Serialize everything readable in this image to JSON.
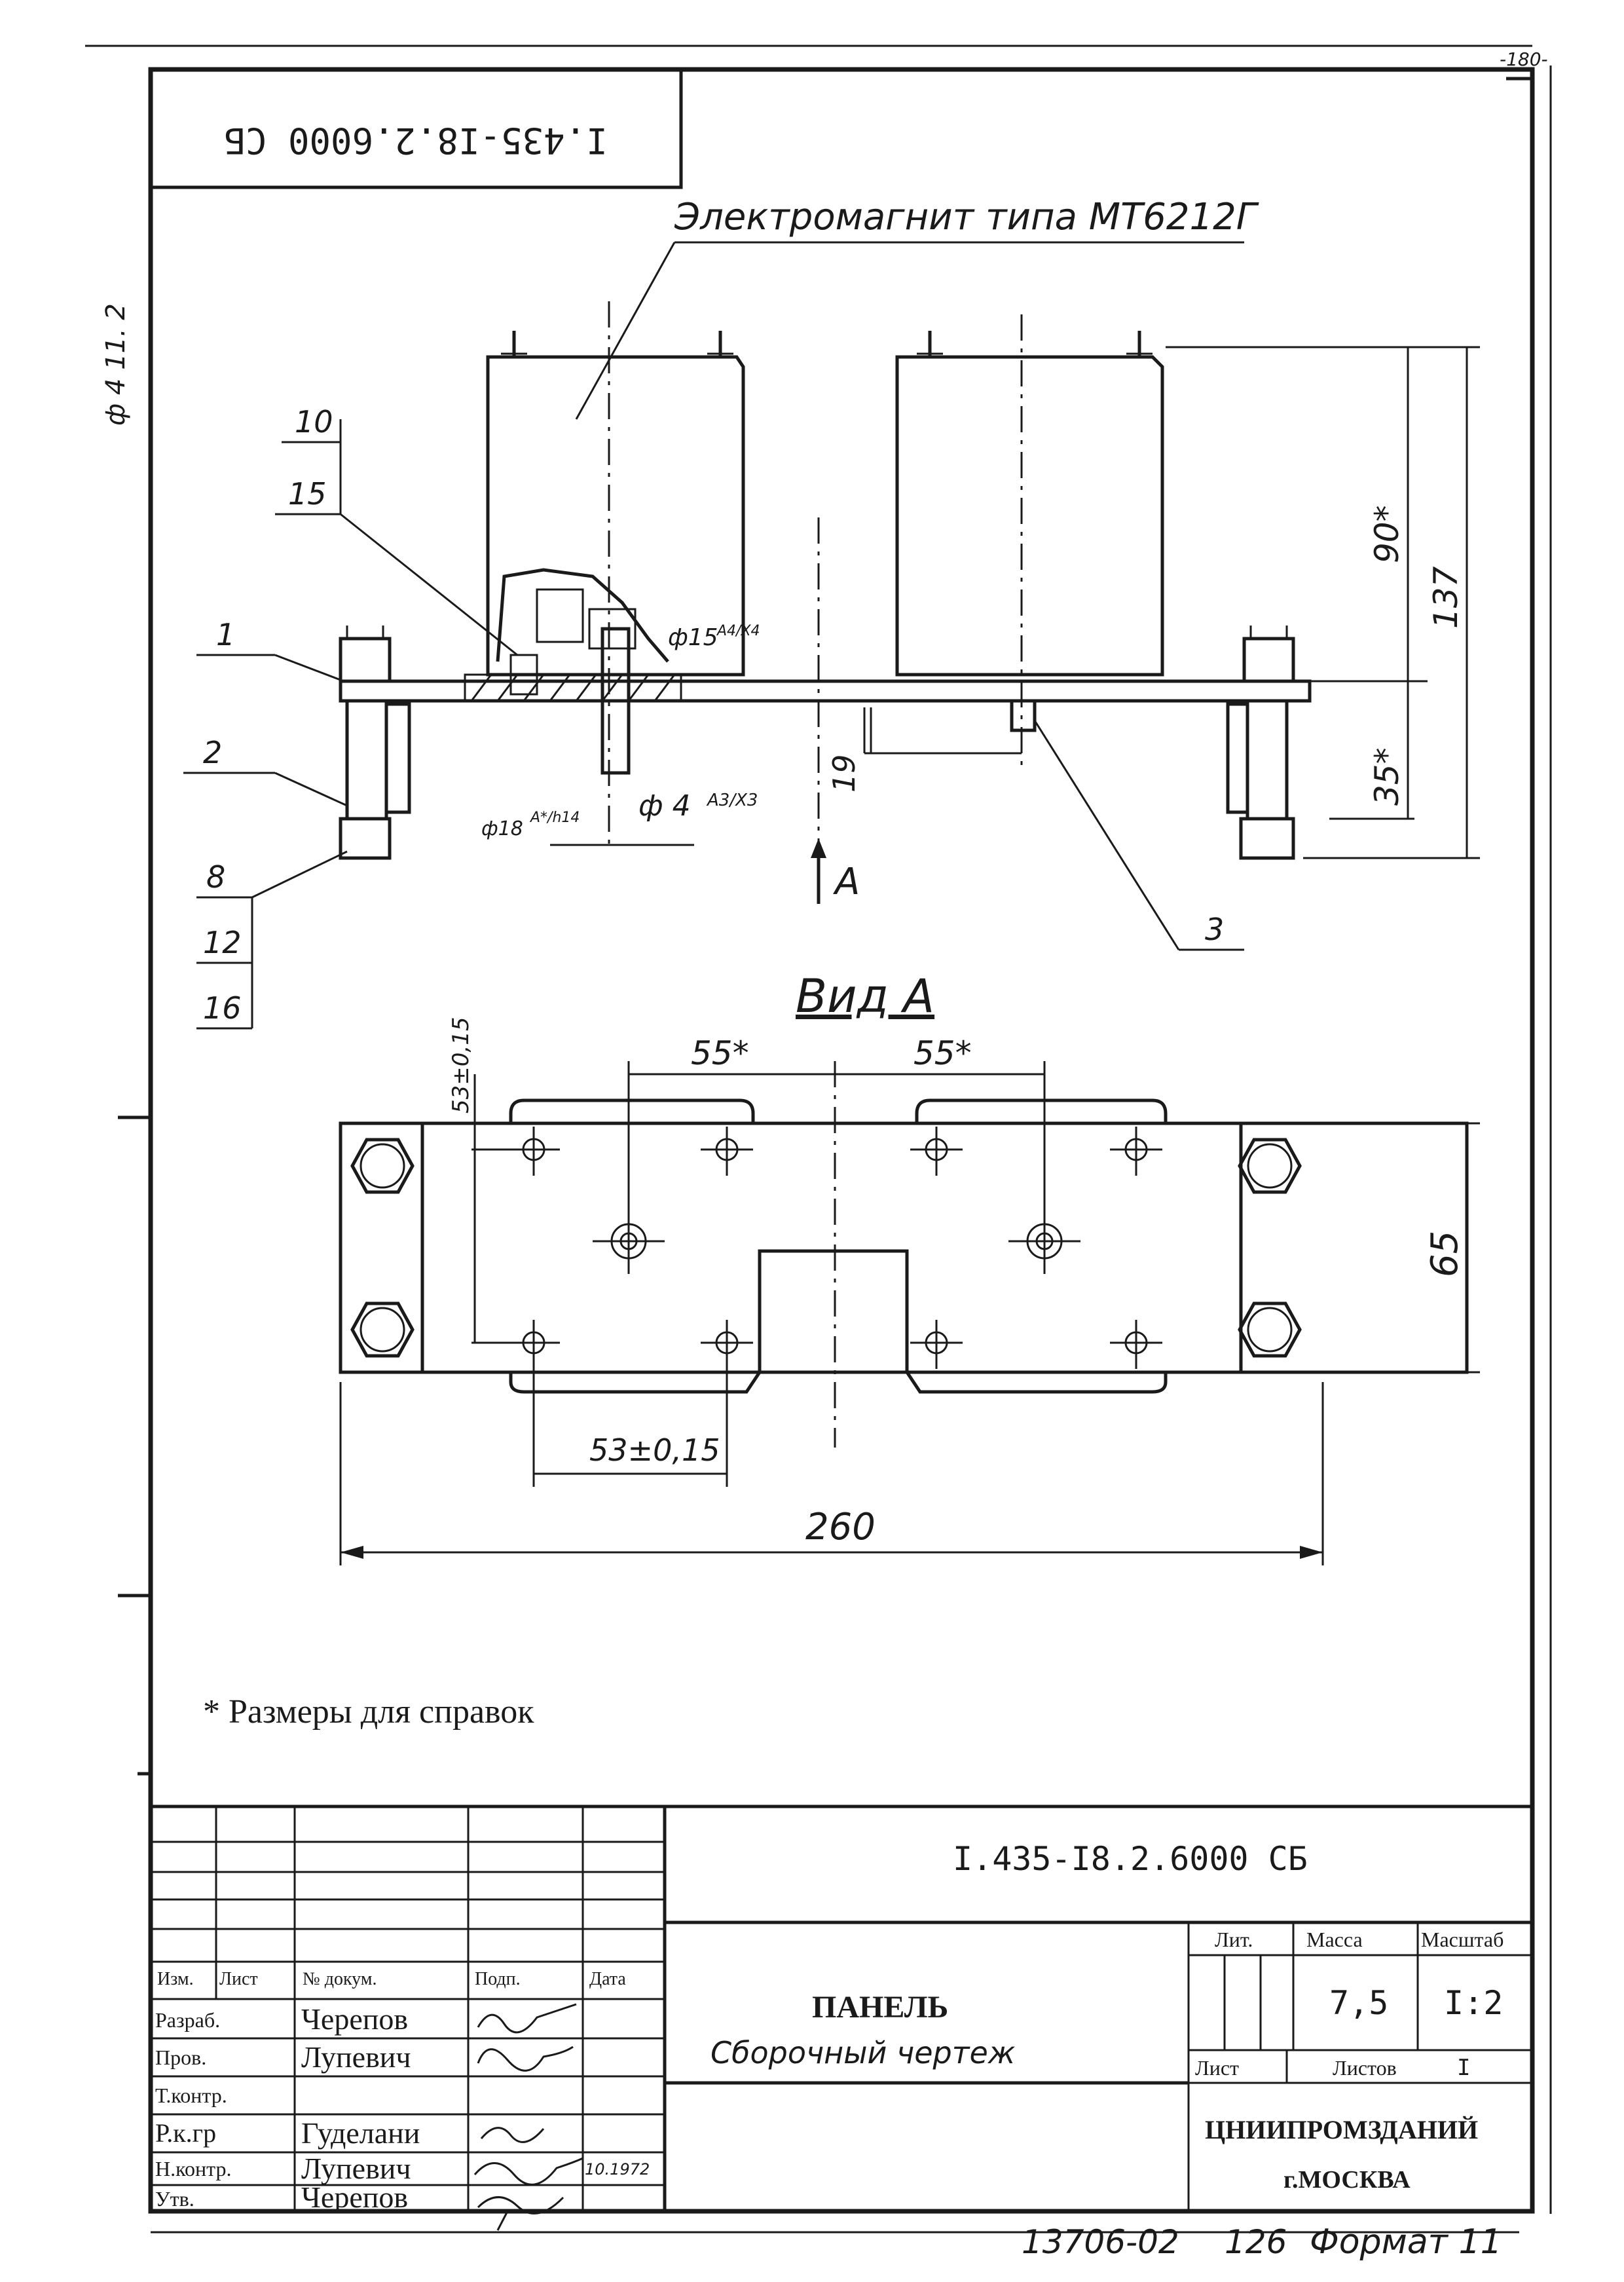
{
  "document": {
    "code_rotated": "I.435-I8.2.6000 СБ",
    "code": "I.435-I8.2.6000 СБ",
    "title": "ПАНЕЛЬ",
    "subtitle": "Сборочный чертеж",
    "organization": "ЦНИИПРОМЗДАНИЙ",
    "city": "г.МОСКВА",
    "footer_number": "13706-02",
    "footer_page": "126",
    "footer_format": "Формат 11",
    "margin_mark": "ф 4 11. 2",
    "top_mark": "-180-"
  },
  "drawing": {
    "magnet_label": "Электромагнит типа МТ6212Г",
    "view_label": "Вид А",
    "view_arrow": "А",
    "callouts": [
      "10",
      "15",
      "1",
      "2",
      "8",
      "12",
      "16",
      "3"
    ],
    "dims": {
      "h137": "137",
      "h90": "90*",
      "h35": "35*",
      "h19": "19",
      "d15": "ф15",
      "d15_tol": "A4/X4",
      "d4": "ф 4",
      "d4_tol": "A3/X3",
      "d18": "ф18",
      "d18_tol": "A*/h14",
      "w55_left": "55*",
      "w55_right": "55*",
      "v53": "53±0,15",
      "h53": "53±0,15",
      "h65": "65",
      "w260": "260"
    },
    "note": "* Размеры для справок"
  },
  "title_block": {
    "headers": [
      "Изм.",
      "Лист",
      "№ докум.",
      "Подп.",
      "Дата"
    ],
    "rows": [
      {
        "role": "Разраб.",
        "name": "Черепов"
      },
      {
        "role": "Пров.",
        "name": "Лупевич"
      },
      {
        "role": "Т.контр.",
        "name": ""
      },
      {
        "role": "Р.к.гр",
        "name": "Гуделани"
      },
      {
        "role": "Н.контр.",
        "name": "Лупевич"
      },
      {
        "role": "Утв.",
        "name": "Черепов"
      }
    ],
    "lit_label": "Лит.",
    "mass_label": "Масса",
    "scale_label": "Масштаб",
    "mass": "7,5",
    "scale": "I:2",
    "sheet_label": "Лист",
    "sheets_label": "Листов",
    "sheets": "I",
    "date_mark": "10.1972"
  }
}
